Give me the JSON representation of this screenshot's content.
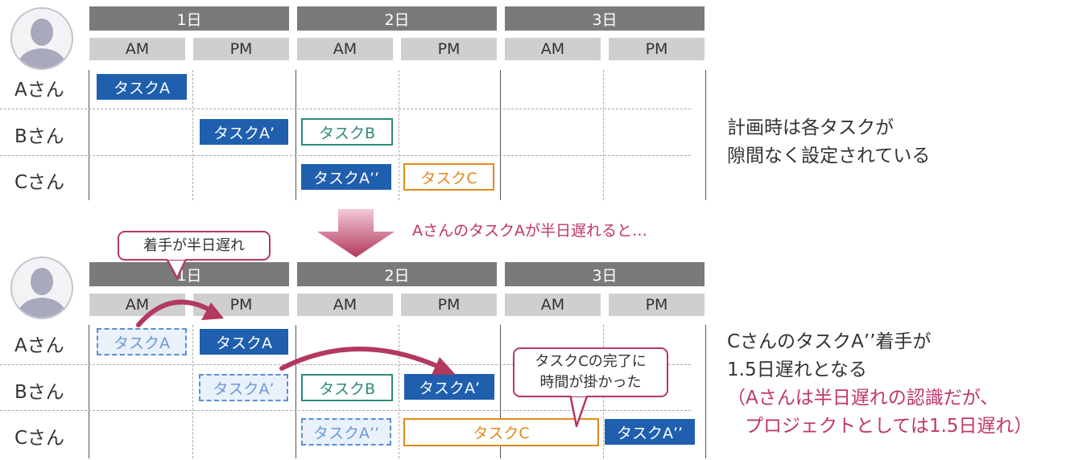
{
  "days": [
    "1日",
    "2日",
    "3日"
  ],
  "halves": [
    "AM",
    "PM",
    "AM",
    "PM",
    "AM",
    "PM"
  ],
  "rows": [
    "Aさん",
    "Bさん",
    "Cさん"
  ],
  "top": {
    "tasks": {
      "a_task_a": "タスクA",
      "b_task_a2": "タスクA’",
      "b_task_b": "タスクB",
      "c_task_a3": "タスクA’’",
      "c_task_c": "タスクC"
    },
    "note": [
      "計画時は各タスクが",
      "隙間なく設定されている"
    ]
  },
  "transition": {
    "label": "AさんのタスクAが半日遅れると…"
  },
  "bottom": {
    "callout_delay": "着手が半日遅れ",
    "callout_c": [
      "タスクCの完了に",
      "時間が掛かった"
    ],
    "tasks": {
      "a_ghost_a": "タスクA",
      "a_task_a": "タスクA",
      "b_ghost_a2": "タスクA’",
      "b_task_b": "タスクB",
      "b_task_a2": "タスクA’",
      "c_ghost_a3": "タスクA’’",
      "c_task_c": "タスクC",
      "c_task_a3": "タスクA’’"
    },
    "note": [
      "CさんのタスクA’’着手が",
      "1.5日遅れとなる"
    ],
    "note_pink": [
      "（Aさんは半日遅れの認識だが、",
      "プロジェクトとしては1.5日遅れ）"
    ]
  },
  "colors": {
    "task_blue": "#1f5fae",
    "task_b_green": "#2e8b7a",
    "task_c_orange": "#e08a1e",
    "accent_pink": "#c0356a",
    "header_dark": "#7a7a7a",
    "header_light": "#cfcfcf"
  },
  "icons": [
    "person-avatar-icon",
    "down-arrow-icon",
    "curved-arrow-icon"
  ]
}
